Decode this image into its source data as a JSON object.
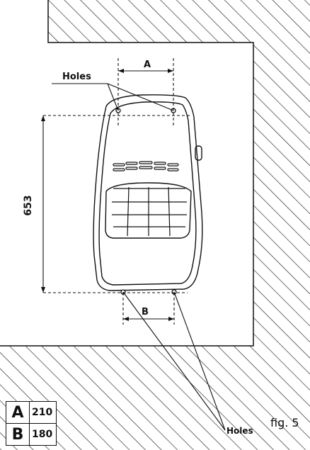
{
  "labels": {
    "holes_top": "Holes",
    "holes_bottom": "Holes",
    "dim_a": "A",
    "dim_b": "B",
    "height": "653",
    "figure": "fig. 5"
  },
  "table": [
    {
      "key": "A",
      "value": "210"
    },
    {
      "key": "B",
      "value": "180"
    }
  ]
}
